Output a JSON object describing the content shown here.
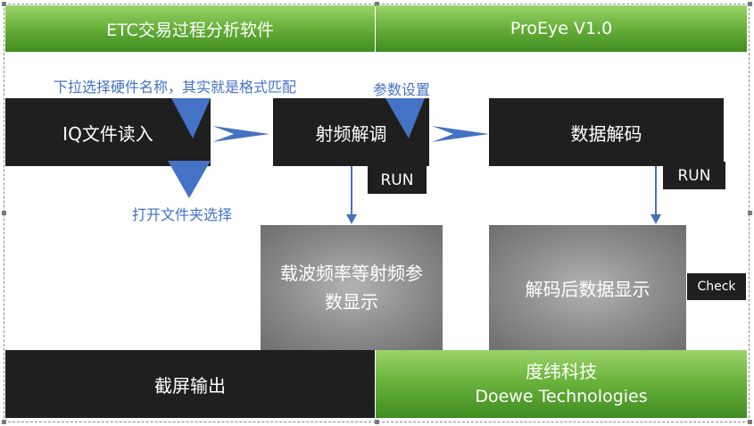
{
  "header": {
    "title_left": "ETC交易过程分析软件",
    "title_right": "ProEye V1.0"
  },
  "blocks": {
    "iq_read": "IQ文件读入",
    "rf_demod": "射频解调",
    "data_decode": "数据解码",
    "rf_display": "载波频率等射频参数显示",
    "decoded_display": "解码后数据显示"
  },
  "buttons": {
    "run_demod": "RUN",
    "run_decode": "RUN",
    "check": "Check",
    "screenshot": "截屏输出"
  },
  "notes": {
    "dropdown_hint": "下拉选择硬件名称，其实就是格式匹配",
    "param_settings": "参数设置",
    "open_folder": "打开文件夹选择"
  },
  "footer": {
    "company_cn": "度纬科技",
    "company_en": "Doewe Technologies"
  },
  "colors": {
    "green": "#6bb33c",
    "dark": "#1f1f1f",
    "accent_blue": "#4472c4"
  }
}
